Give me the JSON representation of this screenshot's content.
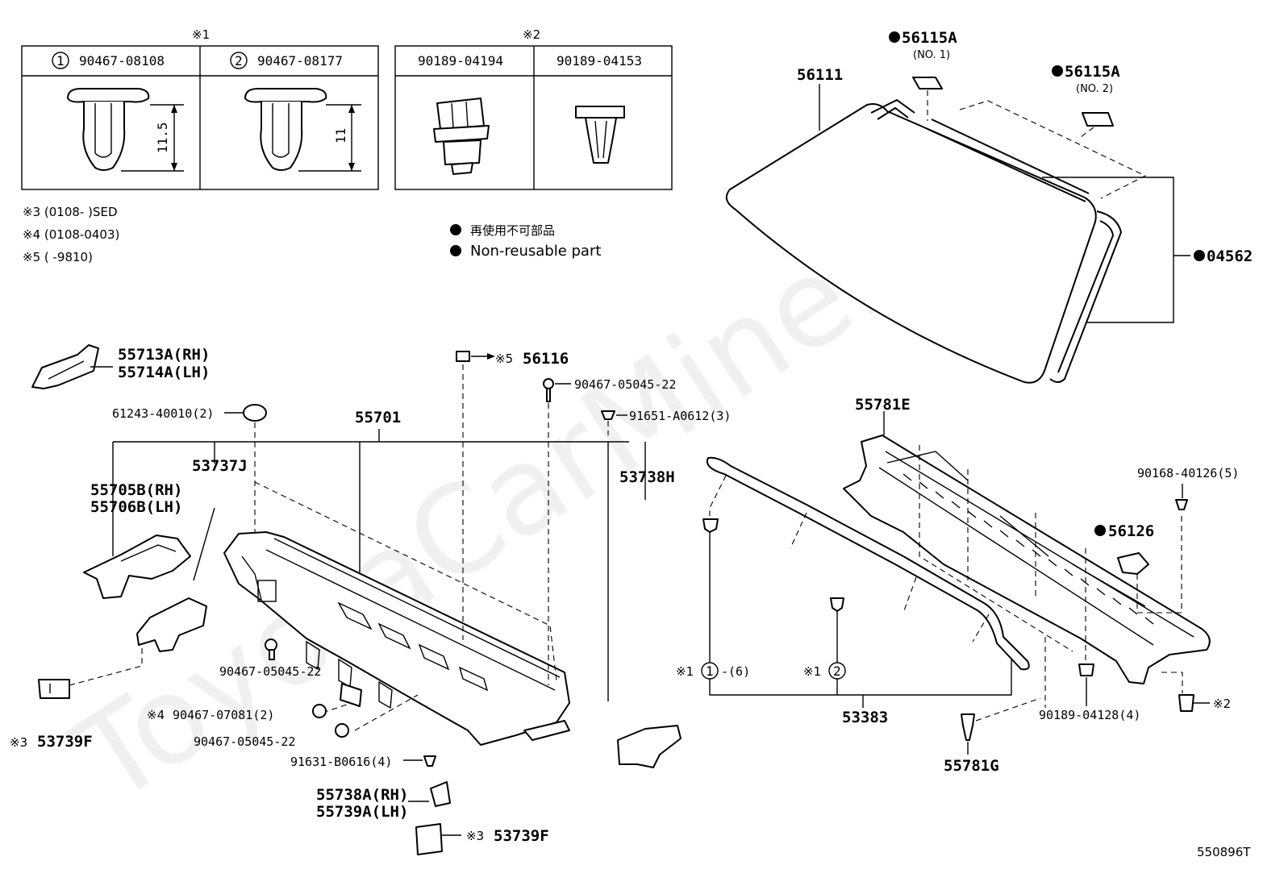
{
  "watermark": "ToyotaCarMiner.ru",
  "diagram_code": "550896T",
  "legend": {
    "jp": "再使用不可部品",
    "en": "Non-reusable part"
  },
  "notes": {
    "n3": "※3 (0108-      )SED",
    "n4": "※4 (0108-0403)",
    "n5": "※5 (       -9810)"
  },
  "table1": {
    "ref": "※1",
    "col1": {
      "num": "1",
      "part": "90467-08108",
      "dim": "11.5"
    },
    "col2": {
      "num": "2",
      "part": "90467-08177",
      "dim": "11"
    }
  },
  "table2": {
    "ref": "※2",
    "col1": {
      "part": "90189-04194"
    },
    "col2": {
      "part": "90189-04153"
    }
  },
  "labels": {
    "p56115a_1": "56115A",
    "p56115a_1_sub": "(NO. 1)",
    "p56115a_2": "56115A",
    "p56115a_2_sub": "(NO. 2)",
    "p56111": "56111",
    "p04562": "04562",
    "p55713a": "55713A(RH)",
    "p55714a": "55714A(LH)",
    "p61243": "61243-40010(2)",
    "p55701": "55701",
    "p56116": "56116",
    "p56116_ref": "※5",
    "p90467_top": "90467-05045-22",
    "p91651": "91651-A0612(3)",
    "p53737j": "53737J",
    "p55705b": "55705B(RH)",
    "p55706b": "55706B(LH)",
    "p53738h": "53738H",
    "p90467_mid": "90467-05045-22",
    "p90467_07081": "90467-07081(2)",
    "p90467_07081_ref": "※4",
    "p90467_low": "90467-05045-22",
    "p91631": "91631-B0616(4)",
    "p55738a": "55738A(RH)",
    "p55739a": "55739A(LH)",
    "p53739f_left": "53739F",
    "p53739f_left_ref": "※3",
    "p53739f_bottom": "53739F",
    "p53739f_bottom_ref": "※3",
    "p55781e": "55781E",
    "p90168": "90168-40126(5)",
    "p56126": "56126",
    "clip1_ref": "※1",
    "clip1_num": "1",
    "clip1_qty": "-(6)",
    "clip2_ref": "※1",
    "clip2_num": "2",
    "p53383": "53383",
    "p90189": "90189-04128(4)",
    "p90189_ref": "※2",
    "p55781g": "55781G"
  }
}
